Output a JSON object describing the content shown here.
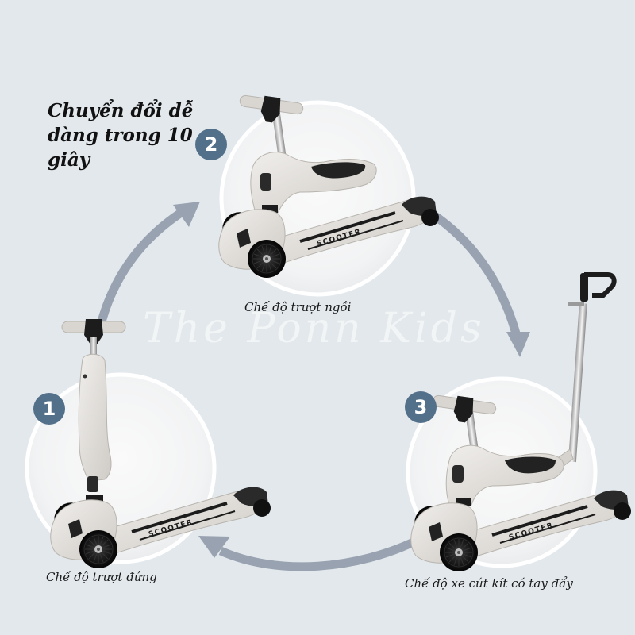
{
  "headline": {
    "line1": "Chuyển đổi dễ",
    "line2": "dàng trong 10",
    "line3": "giây"
  },
  "watermark": "The Ponn Kids",
  "colors": {
    "background": "#e3e8ec",
    "badge": "#53708a",
    "arrow": "#98a2b0",
    "circle_fill": "#f4f5f6",
    "circle_ring": "#ffffff",
    "scooter_body": "#e6e3df",
    "scooter_dark": "#1c1c1c"
  },
  "modes": [
    {
      "step": "1",
      "label": "Chế độ trượt đứng",
      "icon": "standing-scooter"
    },
    {
      "step": "2",
      "label": "Chế độ trượt ngồi",
      "icon": "seated-scooter"
    },
    {
      "step": "3",
      "label": "Chế độ xe cút kít có tay đẩy",
      "icon": "push-handle-scooter"
    }
  ],
  "deck_text": "SCOOTER",
  "arrows": [
    {
      "from": "1",
      "to": "2",
      "direction": "up-right"
    },
    {
      "from": "2",
      "to": "3",
      "direction": "down-right"
    },
    {
      "from": "3",
      "to": "1",
      "direction": "left"
    }
  ]
}
